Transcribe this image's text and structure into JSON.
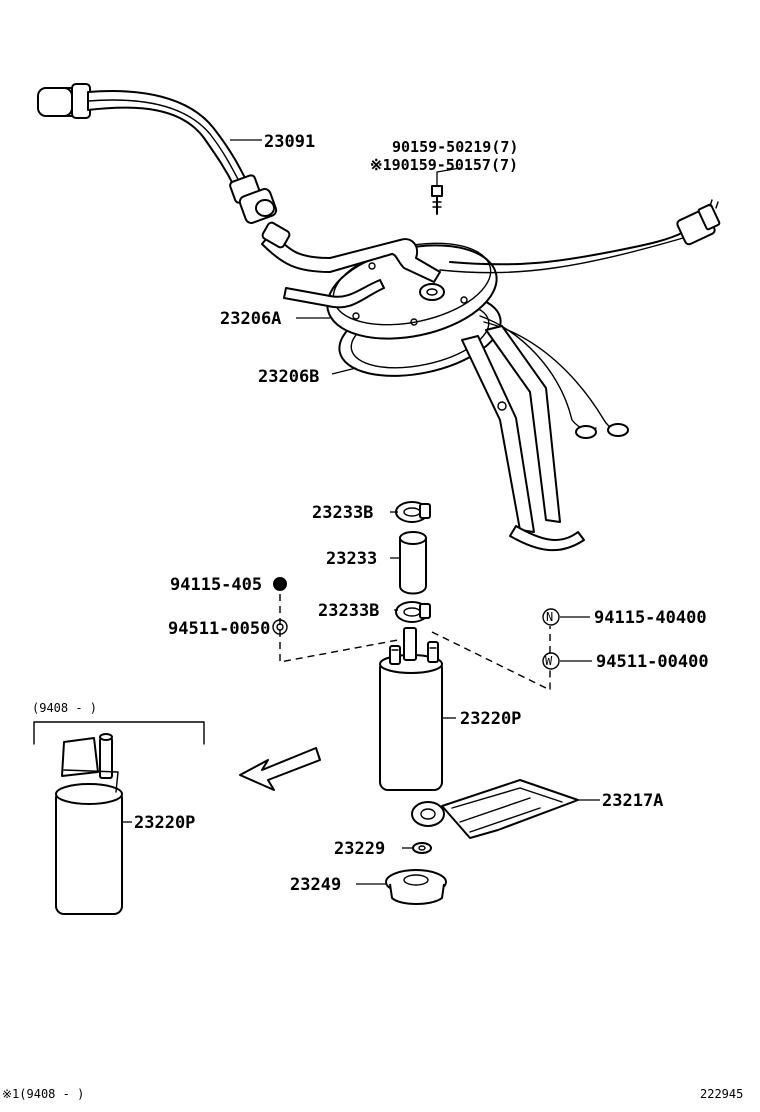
{
  "labels": {
    "p23091": "23091",
    "bolt1": "90159-50219(7)",
    "bolt2": "※190159-50157(7)",
    "p23206a": "23206A",
    "p23206b": "23206B",
    "p23233b_top": "23233B",
    "p23233": "23233",
    "p94115_405": "94115-405",
    "p23233b_bot": "23233B",
    "p94511_005": "94511-0050",
    "p94115_40400": "94115-40400",
    "p94511_00400": "94511-00400",
    "p23220p_main": "23220P",
    "p23220p_alt": "23220P",
    "p23217a": "23217A",
    "p23229": "23229",
    "p23249": "23249",
    "inset_range": "(9408 -     )",
    "footnote": "※1(9408 -      )",
    "diagram_no": "222945",
    "marker_n": "N",
    "marker_w": "W"
  }
}
